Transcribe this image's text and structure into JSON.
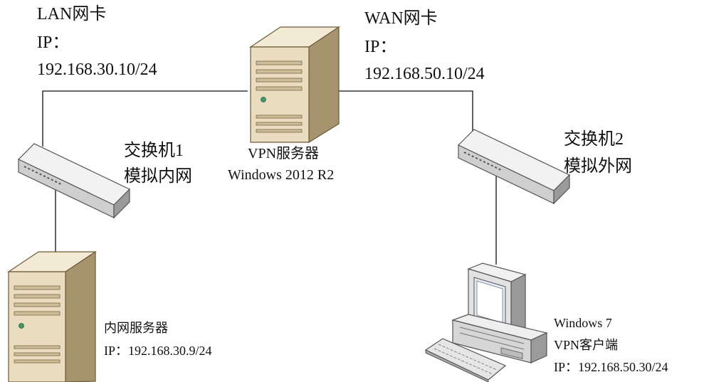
{
  "lan_nic": {
    "title": "LAN网卡",
    "ip_label": "IP：",
    "ip": "192.168.30.10/24"
  },
  "wan_nic": {
    "title": "WAN网卡",
    "ip_label": "IP：",
    "ip": "192.168.50.10/24"
  },
  "vpn_server": {
    "name": "VPN服务器",
    "os": "Windows 2012 R2"
  },
  "switch1": {
    "name": "交换机1",
    "role": "模拟内网"
  },
  "switch2": {
    "name": "交换机2",
    "role": "模拟外网"
  },
  "intranet_server": {
    "name": "内网服务器",
    "ip_line": "IP：192.168.30.9/24"
  },
  "vpn_client": {
    "os": "Windows 7",
    "role": "VPN客户端",
    "ip_line": "IP：192.168.50.30/24"
  },
  "colors": {
    "line": "#111111",
    "server_light": "#e9dcbf",
    "server_dark": "#a7936d",
    "switch_light": "#eeeeee",
    "switch_dark": "#9b9b9b"
  }
}
